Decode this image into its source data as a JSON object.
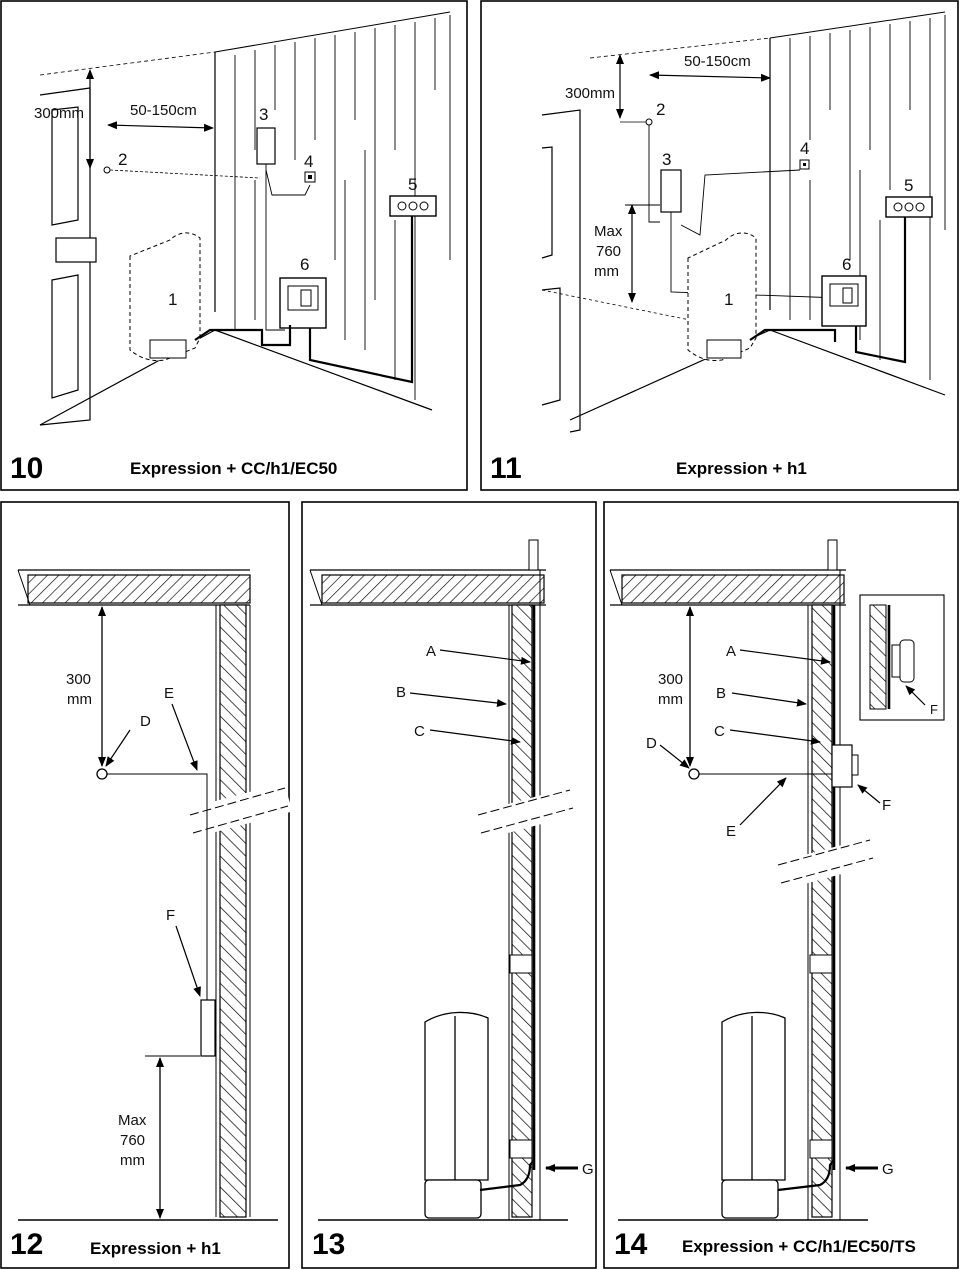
{
  "panels": [
    {
      "number": "10",
      "caption": "Expression + CC/h1/EC50",
      "dim_height": "300mm",
      "dim_width": "50-150cm",
      "labels": {
        "p1": "1",
        "p2": "2",
        "p3": "3",
        "p4": "4",
        "p5": "5",
        "p6": "6"
      }
    },
    {
      "number": "11",
      "caption": "Expression + h1",
      "dim_height": "300mm",
      "dim_width": "50-150cm",
      "max_label": "Max",
      "max_value": "760",
      "max_unit": "mm",
      "labels": {
        "p1": "1",
        "p2": "2",
        "p3": "3",
        "p4": "4",
        "p5": "5",
        "p6": "6"
      }
    },
    {
      "number": "12",
      "caption": "Expression + h1",
      "dim_value": "300",
      "dim_unit": "mm",
      "max_label": "Max",
      "max_value": "760",
      "max_unit": "mm",
      "labels": {
        "d": "D",
        "e": "E",
        "f": "F"
      }
    },
    {
      "number": "13",
      "caption": "",
      "labels": {
        "a": "A",
        "b": "B",
        "c": "C",
        "g": "G"
      }
    },
    {
      "number": "14",
      "caption": "Expression + CC/h1/EC50/TS",
      "dim_value": "300",
      "dim_unit": "mm",
      "labels": {
        "a": "A",
        "b": "B",
        "c": "C",
        "d": "D",
        "e": "E",
        "f": "F",
        "f2": "F",
        "g": "G"
      }
    }
  ]
}
